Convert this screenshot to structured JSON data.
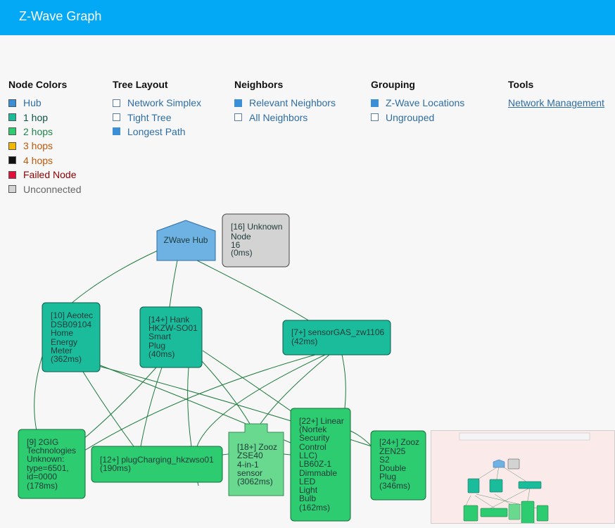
{
  "header": {
    "title": "Z-Wave Graph"
  },
  "legend": {
    "node_colors": {
      "title": "Node Colors",
      "items": [
        {
          "label": "Hub",
          "color": "#3b8fd6",
          "text_color": "#2e6da4"
        },
        {
          "label": "1 hop",
          "color": "#1abc9c",
          "text_color": "#0b5345"
        },
        {
          "label": "2 hops",
          "color": "#2ecc71",
          "text_color": "#1e8449"
        },
        {
          "label": "3 hops",
          "color": "#f5b800",
          "text_color": "#c0580a"
        },
        {
          "label": "4 hops",
          "color": "#111111",
          "text_color": "#c0580a"
        },
        {
          "label": "Failed Node",
          "color": "#e0103a",
          "text_color": "#8b0000"
        },
        {
          "label": "Unconnected",
          "color": "#d3d3d3",
          "text_color": "#666666"
        }
      ]
    },
    "tree_layout": {
      "title": "Tree Layout",
      "items": [
        {
          "label": "Network Simplex",
          "checked": false
        },
        {
          "label": "Tight Tree",
          "checked": false
        },
        {
          "label": "Longest Path",
          "checked": true
        }
      ]
    },
    "neighbors": {
      "title": "Neighbors",
      "items": [
        {
          "label": "Relevant Neighbors",
          "checked": true
        },
        {
          "label": "All Neighbors",
          "checked": false
        }
      ]
    },
    "grouping": {
      "title": "Grouping",
      "items": [
        {
          "label": "Z-Wave Locations",
          "checked": true
        },
        {
          "label": "Ungrouped",
          "checked": false
        }
      ]
    },
    "tools": {
      "title": "Tools",
      "link": "Network Management"
    }
  },
  "graph": {
    "nodes": {
      "hub": [
        "ZWave Hub"
      ],
      "n16": [
        "[16] Unknown",
        "Node",
        "16",
        "(0ms)"
      ],
      "n10": [
        "[10] Aeotec",
        "DSB09104",
        "Home",
        "Energy",
        "Meter",
        "(362ms)"
      ],
      "n14": [
        "[14+] Hank",
        "HKZW-SO01",
        "Smart",
        "Plug",
        "(40ms)"
      ],
      "n7": [
        "[7+] sensorGAS_zw1106",
        "(42ms)"
      ],
      "n9": [
        "[9] 2GIG",
        "Technologies",
        "Unknown:",
        "type=6501,",
        "id=0000",
        "(178ms)"
      ],
      "n12": [
        "[12+] plugCharging_hkzwso01",
        "(190ms)"
      ],
      "n18": [
        "[18+] Zooz",
        "ZSE40",
        "4-in-1",
        "sensor",
        "(3062ms)"
      ],
      "n22": [
        "[22+] Linear",
        "(Nortek",
        "Security",
        "Control",
        "LLC)",
        "LB60Z-1",
        "Dimmable",
        "LED",
        "Light",
        "Bulb",
        "(162ms)"
      ],
      "n24": [
        "[24+] Zooz",
        "ZEN25",
        "S2",
        "Double",
        "Plug",
        "(346ms)"
      ]
    }
  }
}
